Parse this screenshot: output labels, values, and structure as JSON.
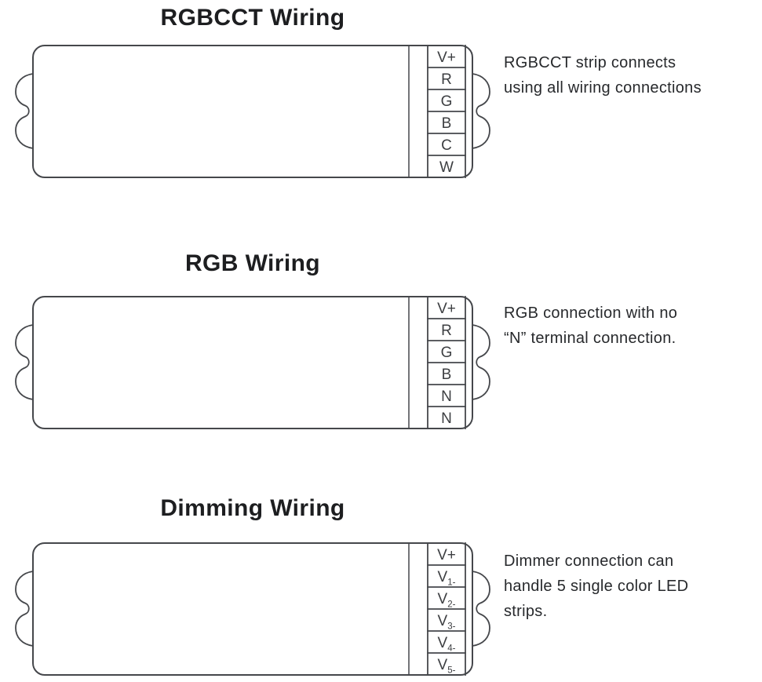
{
  "colors": {
    "line": "#45474b",
    "title_text": "#1d1e20",
    "description_text": "#27292c",
    "terminal_text": "#3c3e41",
    "background": "#ffffff"
  },
  "diagrams": [
    {
      "title": "RGBCCT Wiring",
      "description_lines": [
        "RGBCCT strip connects",
        "using all wiring connections"
      ],
      "terminals": [
        {
          "main": "V+",
          "sub": ""
        },
        {
          "main": "R",
          "sub": ""
        },
        {
          "main": "G",
          "sub": ""
        },
        {
          "main": "B",
          "sub": ""
        },
        {
          "main": "C",
          "sub": ""
        },
        {
          "main": "W",
          "sub": ""
        }
      ]
    },
    {
      "title": "RGB Wiring",
      "description_lines": [
        "RGB connection with no",
        "“N” terminal connection."
      ],
      "terminals": [
        {
          "main": "V+",
          "sub": ""
        },
        {
          "main": "R",
          "sub": ""
        },
        {
          "main": "G",
          "sub": ""
        },
        {
          "main": "B",
          "sub": ""
        },
        {
          "main": "N",
          "sub": ""
        },
        {
          "main": "N",
          "sub": ""
        }
      ]
    },
    {
      "title": "Dimming Wiring",
      "description_lines": [
        "Dimmer connection can",
        "handle 5 single color LED",
        "strips."
      ],
      "terminals": [
        {
          "main": "V+",
          "sub": ""
        },
        {
          "main": "V",
          "sub": "1-"
        },
        {
          "main": "V",
          "sub": "2-"
        },
        {
          "main": "V",
          "sub": "3-"
        },
        {
          "main": "V",
          "sub": "4-"
        },
        {
          "main": "V",
          "sub": "5-"
        }
      ]
    }
  ]
}
